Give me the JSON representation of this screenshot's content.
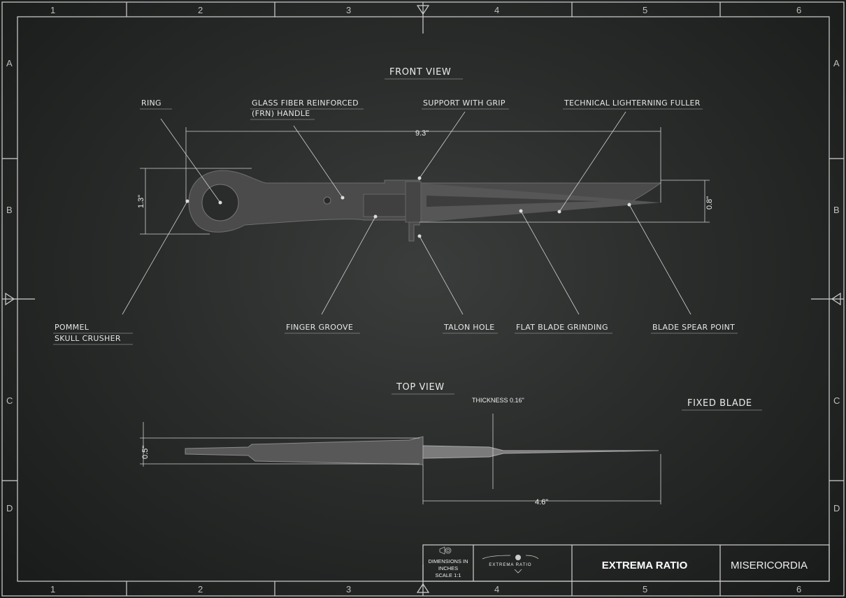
{
  "grid": {
    "columns": [
      "1",
      "2",
      "3",
      "4",
      "5",
      "6"
    ],
    "rows": [
      "A",
      "B",
      "C",
      "D"
    ]
  },
  "views": {
    "front": "FRONT VIEW",
    "top": "TOP VIEW"
  },
  "labels": {
    "ring": "RING",
    "handle_1": "GLASS FIBER REINFORCED",
    "handle_2": "(FRN) HANDLE",
    "support": "SUPPORT WITH GRIP",
    "fuller": "TECHNICAL LIGHTERNING FULLER",
    "pommel_1": "POMMEL",
    "pommel_2": "SKULL CRUSHER",
    "finger_groove": "FINGER GROOVE",
    "talon_hole": "TALON HOLE",
    "flat_grinding": "FLAT BLADE GRINDING",
    "spear_point": "BLADE SPEAR POINT",
    "thickness": "THICKNESS 0.16\"",
    "fixed_blade": "FIXED BLADE"
  },
  "dimensions": {
    "overall_length": "9.3\"",
    "handle_height": "1.3\"",
    "blade_height": "0.8\"",
    "top_height": "0.5\"",
    "blade_length": "4.6\""
  },
  "title_block": {
    "units_1": "DIMENSIONS IN",
    "units_2": "INCHES",
    "scale": "SCALE 1:1",
    "logo_text": "EXTREMA RATIO",
    "brand": "EXTREMA RATIO",
    "model": "MISERICORDIA"
  }
}
